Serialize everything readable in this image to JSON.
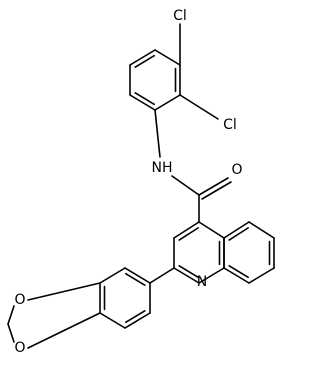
{
  "atom_labels": {
    "cl_top": "Cl",
    "cl_ortho": "Cl",
    "nh": "NH",
    "o_carbonyl": "O",
    "n_ring": "N",
    "o_dioxole_top": "O",
    "o_dioxole_bottom": "O"
  },
  "colors": {
    "bond": "#000000",
    "label": "#000000",
    "background": "#ffffff"
  }
}
